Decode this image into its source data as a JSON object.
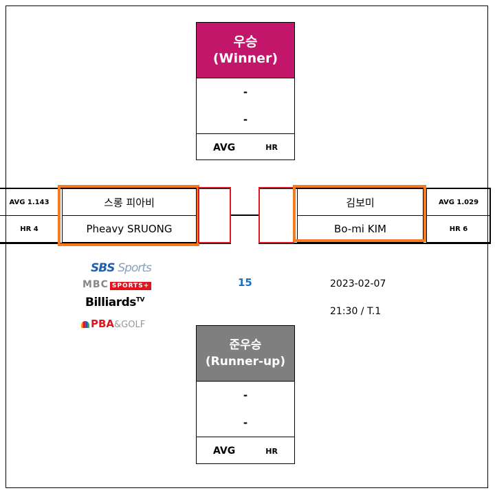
{
  "winner": {
    "title": "우승",
    "subtitle": "(Winner)",
    "row1": "-",
    "row2": "-",
    "avg_label": "AVG",
    "hr_label": "HR",
    "color": "#c2166b"
  },
  "runner_up": {
    "title": "준우승",
    "subtitle": "(Runner-up)",
    "row1": "-",
    "row2": "-",
    "avg_label": "AVG",
    "hr_label": "HR",
    "color": "#7f7f7f"
  },
  "left_player": {
    "name_kr": "스롱 피아비",
    "name_en": "Pheavy SRUONG",
    "avg": "AVG 1.143",
    "hr": "HR 4"
  },
  "right_player": {
    "name_kr": "김보미",
    "name_en": "Bo-mi KIM",
    "avg": "AVG 1.029",
    "hr": "HR 6"
  },
  "match": {
    "number": "15",
    "date": "2023-02-07",
    "time_table": "21:30 / T.1",
    "number_color": "#1f6fc0"
  },
  "broadcasters": {
    "sbs": "SBS",
    "sbs_sports": "Sports",
    "mbc": "MBC",
    "mbc_badge": "SPORTS+",
    "billiards": "Billiards",
    "billiards_tv": "TV",
    "pba": "PBA",
    "pba_golf": "&GOLF"
  },
  "colors": {
    "highlight": "#f47b20",
    "bracket_line": "#e0141f"
  }
}
